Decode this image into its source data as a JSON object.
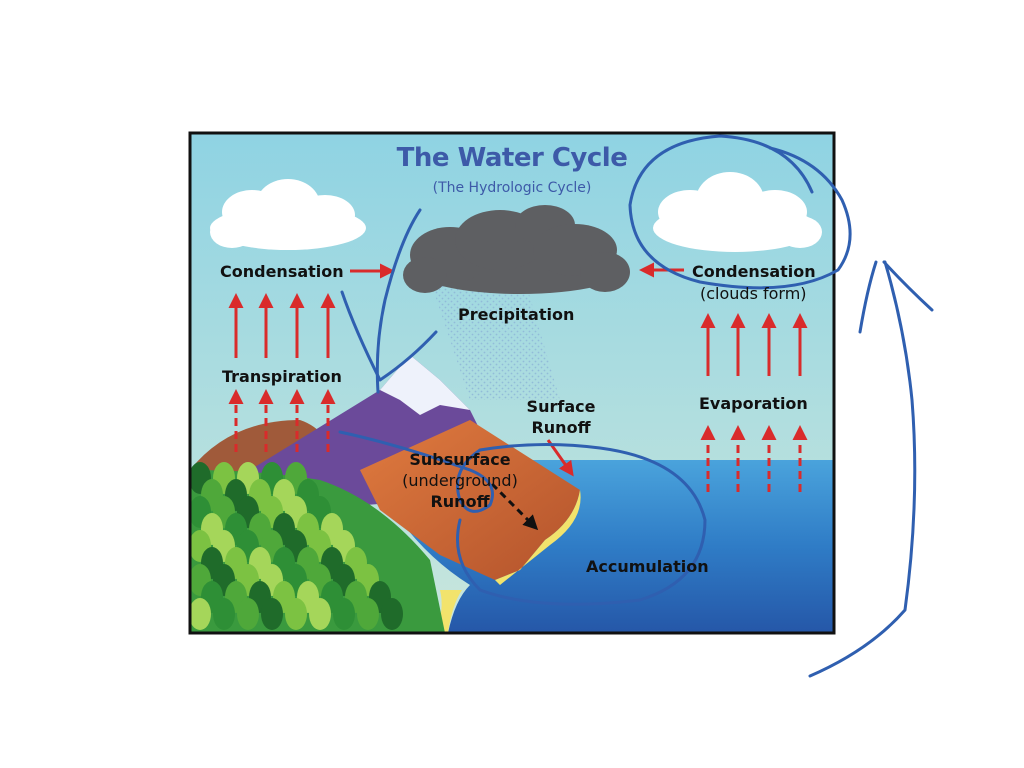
{
  "diagram": {
    "title": "The Water Cycle",
    "subtitle": "(The Hydrologic Cycle)",
    "labels": {
      "condensation_left": "Condensation",
      "condensation_right": "Condensation",
      "clouds_form": "(clouds form)",
      "transpiration": "Transpiration",
      "precipitation": "Precipitation",
      "evaporation": "Evaporation",
      "surface_runoff_1": "Surface",
      "surface_runoff_2": "Runoff",
      "subsurface_1": "Subsurface",
      "subsurface_2": "(underground)",
      "subsurface_3": "Runoff",
      "accumulation": "Accumulation"
    }
  },
  "colors": {
    "sky_top": "#8fd3e3",
    "sky_bottom": "#c9e6dc",
    "ocean": "#2f7cc6",
    "arrow_red": "#d92b2b",
    "title_blue": "#3d5aa8",
    "annotation_ink": "#2f5fb0",
    "rain_cloud": "#5e5f62",
    "mountain": "#6b4a9a",
    "land": "#c9683a",
    "forest": "#2e8f36"
  },
  "annotations": {
    "tool": "freehand-pen",
    "strokes": 6
  }
}
